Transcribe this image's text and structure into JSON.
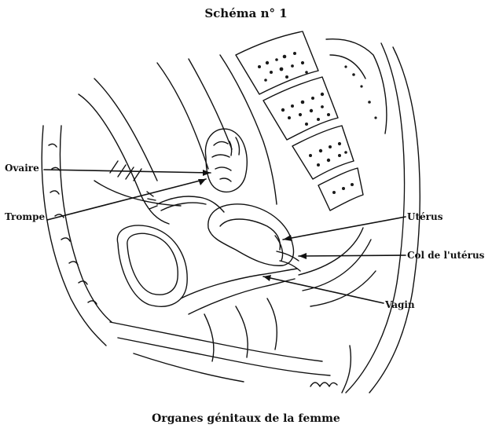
{
  "title": "Schéma n° 1",
  "caption": "Organes génitaux de la femme",
  "labels": {
    "ovaire": "Ovaire",
    "trompe": "Trompe",
    "uterus": "Utérus",
    "col": "Col de l'utérus",
    "vagin": "Vagin"
  },
  "colors": {
    "ink": "#111111",
    "paper": "#ffffff",
    "bone": "#1a1a1a"
  }
}
